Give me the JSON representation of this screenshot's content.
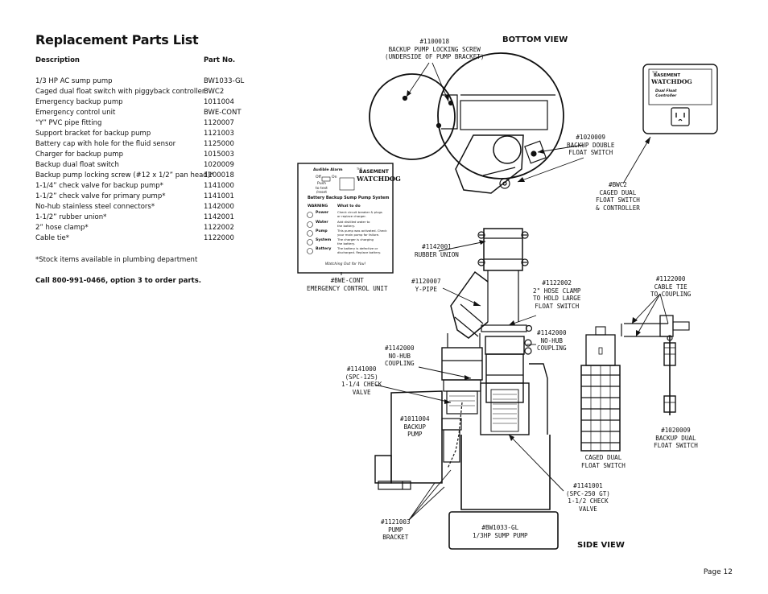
{
  "title": "Replacement Parts List",
  "table": {
    "headers": [
      "Description",
      "Part No."
    ],
    "rows": [
      [
        "1/3 HP AC sump pump",
        "BW1033-GL"
      ],
      [
        "Caged dual float switch with piggyback controller",
        "BWC2"
      ],
      [
        "Emergency backup pump",
        "1011004"
      ],
      [
        "Emergency control unit",
        "BWE-CONT"
      ],
      [
        "“Y” PVC pipe fitting",
        "1120007"
      ],
      [
        "Support bracket for backup pump",
        "1121003"
      ],
      [
        "Battery cap with hole for the fluid sensor",
        "1125000"
      ],
      [
        "Charger for backup pump",
        "1015003"
      ],
      [
        "Backup dual float switch",
        "1020009"
      ],
      [
        "Backup pump locking screw (#12 x 1/2” pan head)*",
        "1100018"
      ],
      [
        "1-1/4” check valve for backup pump*",
        "1141000"
      ],
      [
        "1-1/2” check valve for primary pump*",
        "1141001"
      ],
      [
        "No-hub stainless steel connectors*",
        "1142000"
      ],
      [
        "1-1/2” rubber union*",
        "1142001"
      ],
      [
        "2” hose clamp*",
        "1122002"
      ],
      [
        "Cable tie*",
        "1122000"
      ]
    ]
  },
  "note": "*Stock items available in plumbing department",
  "call": "Call 800-991-0466, option 3 to order parts.",
  "page": "Page 12",
  "views": {
    "bottom": "BOTTOM VIEW",
    "side": "SIDE VIEW"
  },
  "labels": {
    "locking_screw": "#1100018\nBACKUP PUMP LOCKING SCREW\n(UNDERSIDE OF PUMP BRACKET)",
    "backup_float_top": "#1020009\nBACKUP DOUBLE\nFLOAT SWITCH",
    "bwc2": "#BWC2\nCAGED DUAL\nFLOAT SWITCH\n& CONTROLLER",
    "bwe_cont": "#BWE-CONT\nEMERGENCY CONTROL UNIT",
    "rubber_union": "#1142001\nRUBBER UNION",
    "ypipe": "#1120007\nY-PIPE",
    "hose_clamp": "#1122002\n2\" HOSE CLAMP\nTO HOLD LARGE\nFLOAT SWITCH",
    "cable_tie": "#1122000\nCABLE TIE\nTO COUPLING",
    "nohub_right": "#1142000\nNO-HUB\nCOUPLING",
    "nohub_left": "#1142000\nNO-HUB\nCOUPLING",
    "check_valve_125": "#1141000\n(SPC-125)\n1-1/4 CHECK\nVALVE",
    "backup_pump": "#1011004\nBACKUP\nPUMP",
    "caged_float": "CAGED DUAL\nFLOAT SWITCH",
    "backup_float_side": "#1020009\nBACKUP DUAL\nFLOAT SWITCH",
    "check_valve_250": "#1141001\n(SPC-250 GT)\n1-1/2 CHECK\nVALVE",
    "pump_bracket": "#1121003\nPUMP\nBRACKET",
    "sump_pump": "#BW1033-GL\n1/3HP SUMP PUMP"
  },
  "control_unit": {
    "audible_alarm": "Audible Alarm",
    "off": "Off",
    "on": "On",
    "push": "Push\nto test\n/reset",
    "brand_top": "THE",
    "brand_line1": "BASEMENT",
    "brand_line2": "WATCHDOG",
    "system_name": "Battery Backup Sump Pump System",
    "col_warning": "WARNING",
    "col_what": "What to do",
    "items": [
      [
        "Power",
        "Check circuit breaker & plugs\nor replace charger."
      ],
      [
        "Water",
        "Add distilled water to\nthe battery."
      ],
      [
        "Pump",
        "This pump was activated. Check\nyour main pump for failure."
      ],
      [
        "System",
        "The charger is charging\nthe battery."
      ],
      [
        "Battery",
        "The battery is defective or\ndischarged. Replace battery."
      ]
    ],
    "footer": "Watching Out for You!"
  },
  "controller_box": {
    "brand_top": "THE",
    "brand_line1": "BASEMENT",
    "brand_line2": "WATCHDOG",
    "product": "Dual Float\nController"
  }
}
